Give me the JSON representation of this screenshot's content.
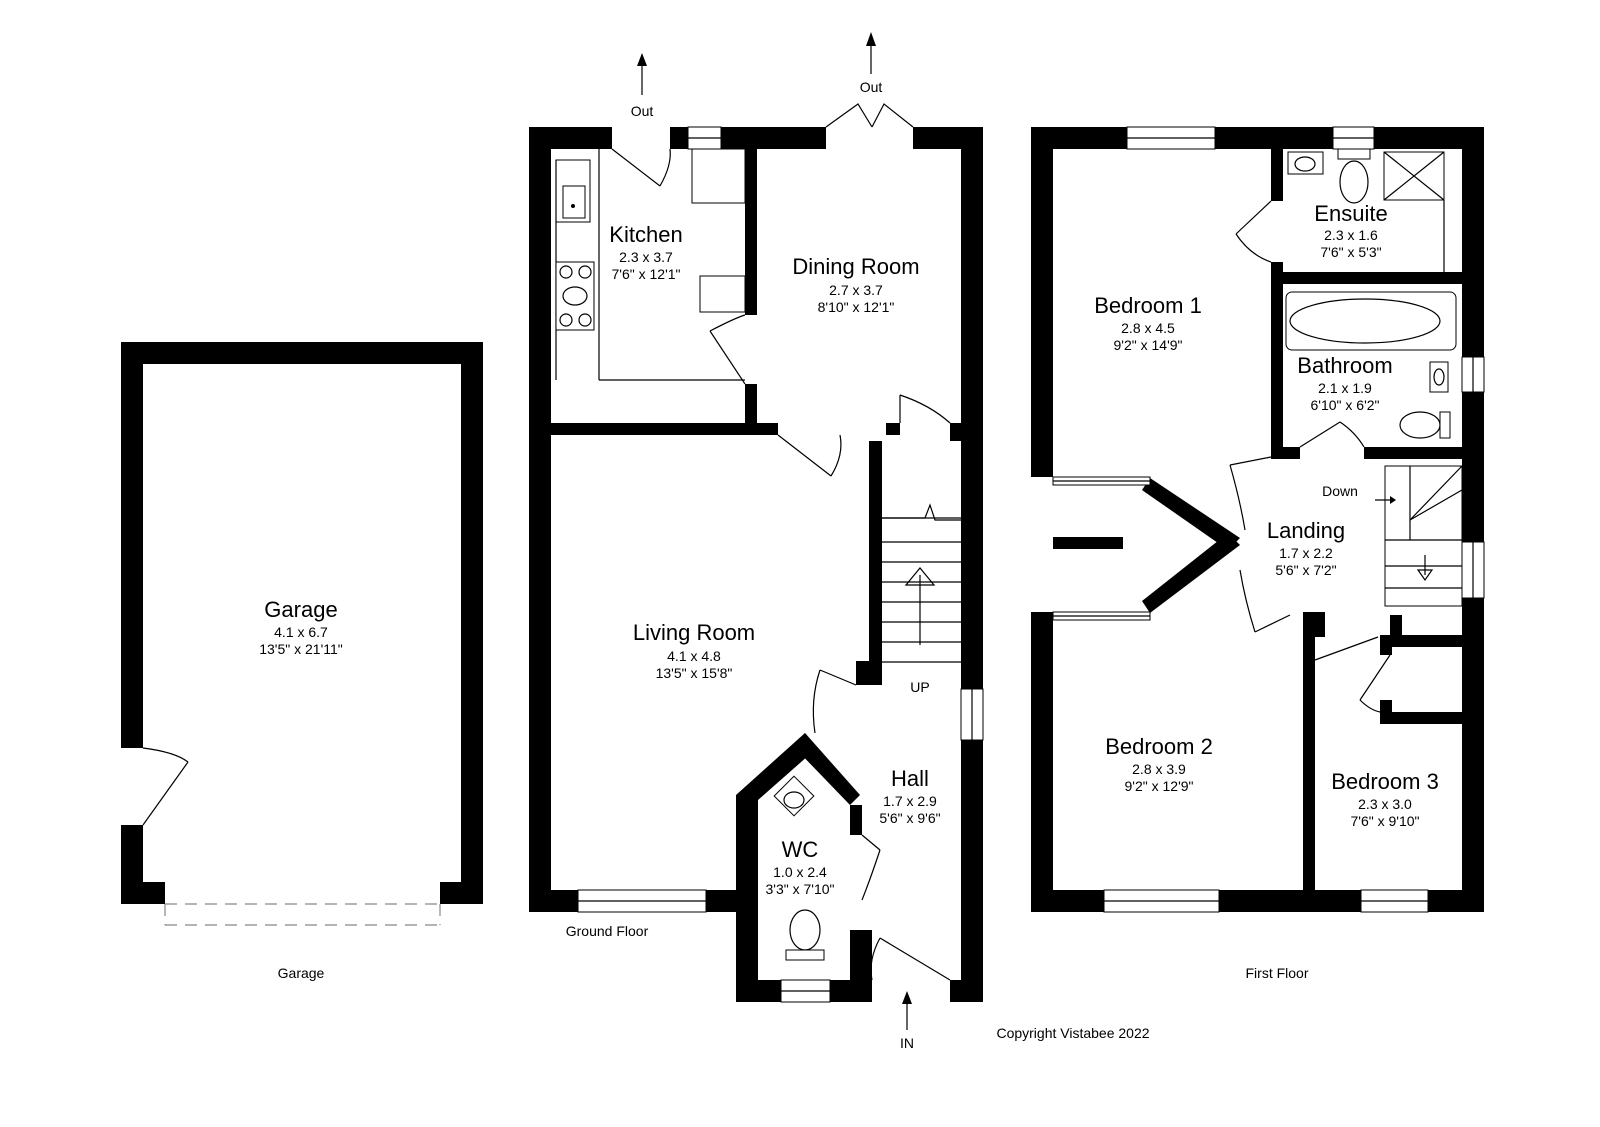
{
  "rooms": {
    "garage": {
      "name": "Garage",
      "metric": "4.1 x 6.7",
      "imperial": "13'5\" x 21'11\""
    },
    "kitchen": {
      "name": "Kitchen",
      "metric": "2.3 x 3.7",
      "imperial": "7'6\" x 12'1\""
    },
    "dining": {
      "name": "Dining Room",
      "metric": "2.7 x 3.7",
      "imperial": "8'10\" x 12'1\""
    },
    "living": {
      "name": "Living Room",
      "metric": "4.1 x 4.8",
      "imperial": "13'5\" x 15'8\""
    },
    "hall": {
      "name": "Hall",
      "metric": "1.7 x 2.9",
      "imperial": "5'6\" x 9'6\""
    },
    "wc": {
      "name": "WC",
      "metric": "1.0 x 2.4",
      "imperial": "3'3\" x 7'10\""
    },
    "bedroom1": {
      "name": "Bedroom 1",
      "metric": "2.8 x 4.5",
      "imperial": "9'2\" x 14'9\""
    },
    "ensuite": {
      "name": "Ensuite",
      "metric": "2.3 x 1.6",
      "imperial": "7'6\" x 5'3\""
    },
    "bathroom": {
      "name": "Bathroom",
      "metric": "2.1 x 1.9",
      "imperial": "6'10\" x 6'2\""
    },
    "landing": {
      "name": "Landing",
      "metric": "1.7 x 2.2",
      "imperial": "5'6\" x 7'2\""
    },
    "bedroom2": {
      "name": "Bedroom 2",
      "metric": "2.8 x 3.9",
      "imperial": "9'2\" x 12'9\""
    },
    "bedroom3": {
      "name": "Bedroom 3",
      "metric": "2.3 x 3.0",
      "imperial": "7'6\" x 9'10\""
    }
  },
  "labels": {
    "out_kitchen": "Out",
    "out_dining": "Out",
    "up": "UP",
    "down": "Down",
    "in": "IN"
  },
  "captions": {
    "garage": "Garage",
    "ground_floor": "Ground Floor",
    "first_floor": "First Floor",
    "copyright": "Copyright Vistabee 2022"
  },
  "icons": [
    "arrow-up-icon",
    "sink-icon",
    "hob-icon",
    "toilet-icon",
    "bath-icon",
    "shower-icon",
    "basin-icon",
    "stairs-icon"
  ]
}
